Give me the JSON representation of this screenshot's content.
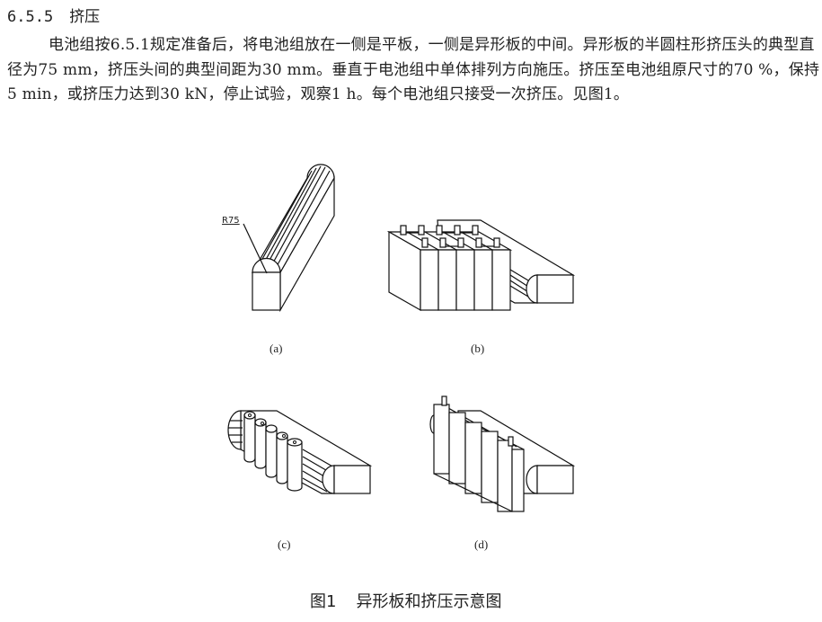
{
  "section": {
    "number": "6.5.5",
    "title": "挤压"
  },
  "paragraph": "电池组按6.5.1规定准备后，将电池组放在一侧是平板，一侧是异形板的中间。异形板的半圆柱形挤压头的典型直径为75 mm，挤压头间的典型间距为30 mm。垂直于电池组中单体排列方向施压。挤压至电池组原尺寸的70 %，保持5 min，或挤压力达到30 kN，停止试验，观察1 h。每个电池组只接受一次挤压。见图1。",
  "figure": {
    "label_r75": "R75",
    "captions": {
      "a": "(a)",
      "b": "(b)",
      "c": "(c)",
      "d": "(d)"
    },
    "number": "图1",
    "title": "异形板和挤压示意图"
  }
}
